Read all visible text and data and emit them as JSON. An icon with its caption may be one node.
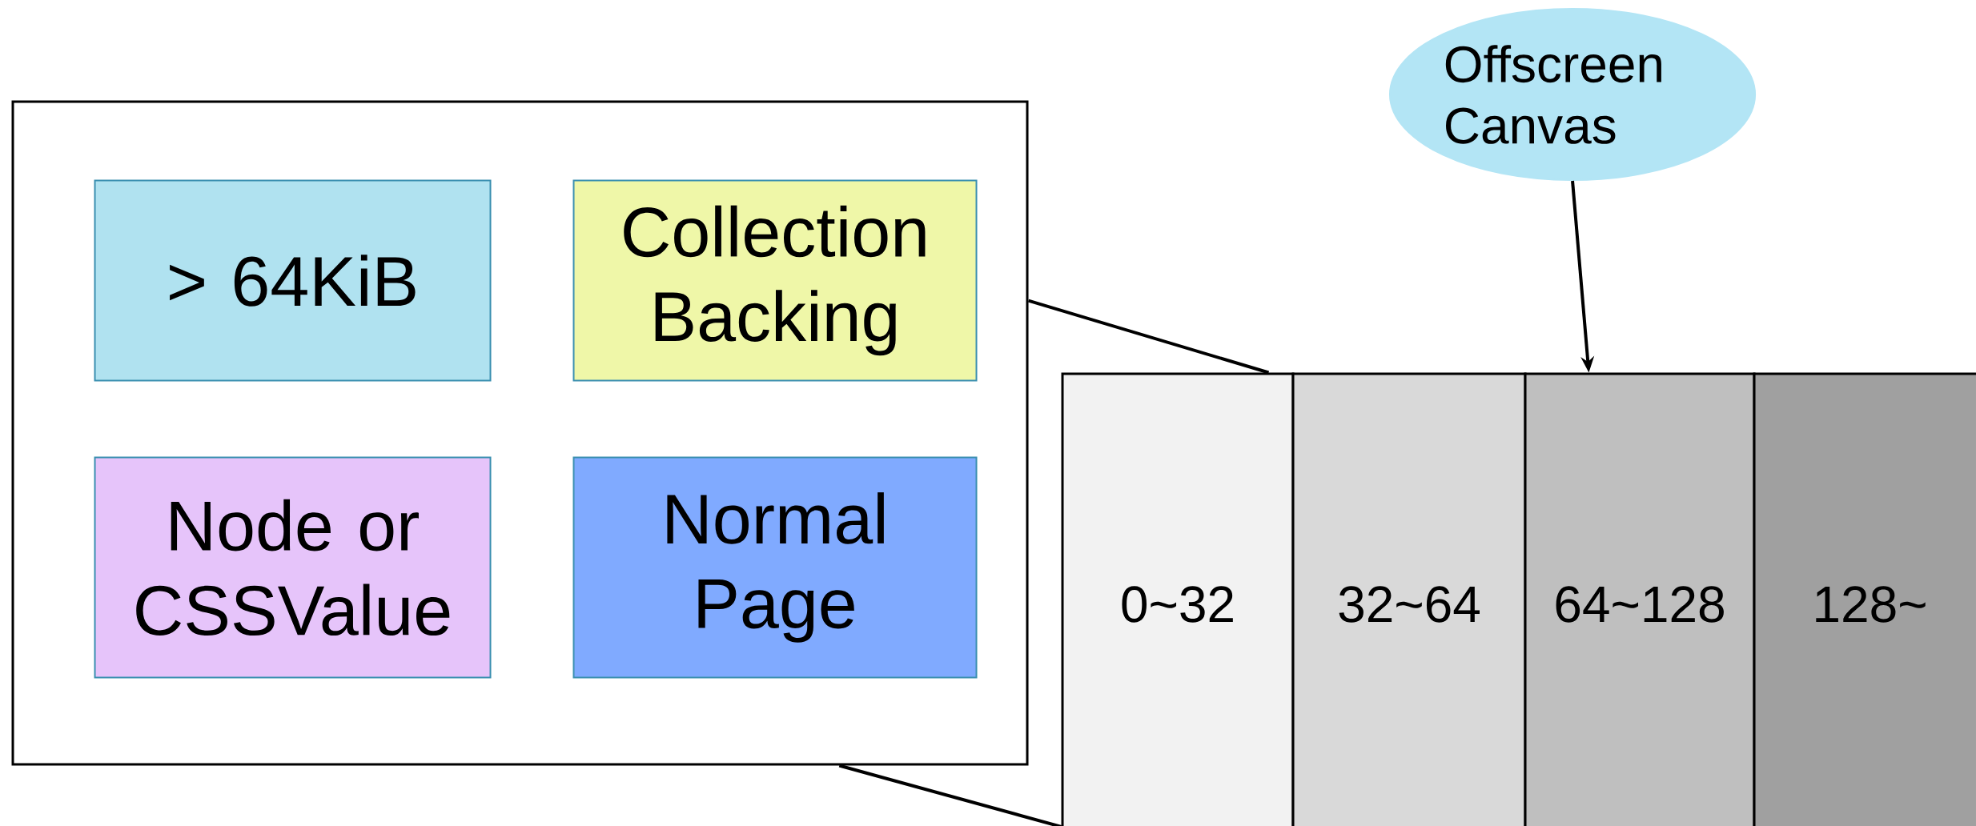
{
  "diagram": {
    "nodes": [
      {
        "text": [],
        "shape": "box"
      },
      {
        "text": [
          "> 64KiB"
        ],
        "in": 0
      },
      {
        "text": [
          "Collection Backing"
        ],
        "in": 0
      },
      {
        "text": [
          "Node or CSSValue"
        ],
        "in": 0
      },
      {
        "text": [
          "Normal Page"
        ],
        "in": 0
      },
      {
        "text": [
          "Offscreen Canvas"
        ]
      },
      {
        "text": [
          "0~32"
        ]
      },
      {
        "text": [
          "32~64"
        ]
      },
      {
        "text": [
          "64~128"
        ]
      },
      {
        "text": [
          "128~"
        ]
      }
    ],
    "edges": [
      {
        "from": 5,
        "to": 8,
        "arrow": "to"
      },
      {
        "from": 0,
        "to": 6,
        "arrow": "none"
      },
      {
        "from": 0,
        "to": 6,
        "arrow": "none"
      }
    ]
  }
}
